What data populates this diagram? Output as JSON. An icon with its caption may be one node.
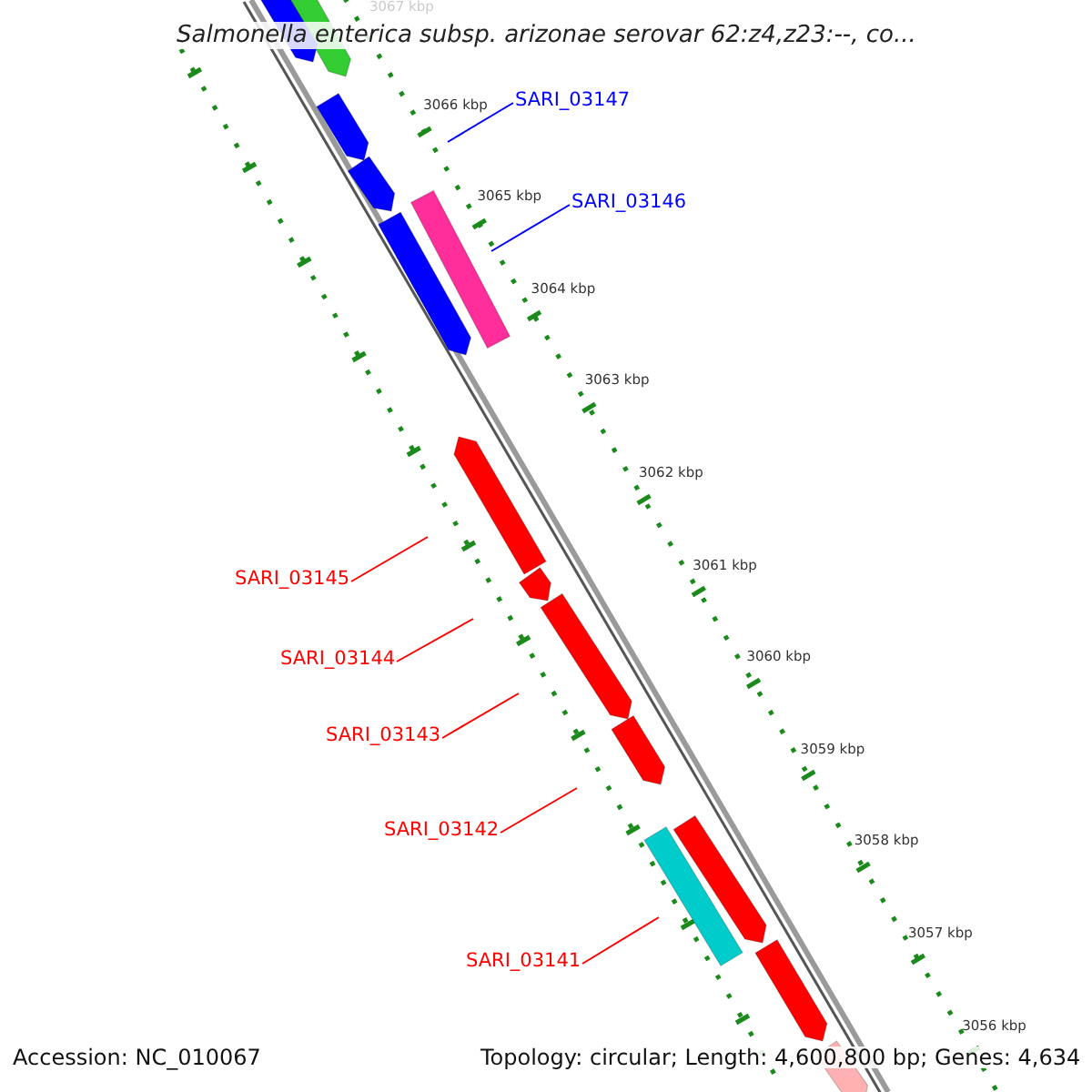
{
  "diagram": {
    "title": "Salmonella enterica subsp. arizonae serovar 62:z4,z23:--, co...",
    "nodes": [
      {
        "text": [
          "SARI_03147"
        ]
      },
      {
        "text": [
          "SARI_03146"
        ]
      },
      {
        "text": [
          "SARI_03145"
        ]
      },
      {
        "text": [
          "SARI_03144"
        ]
      },
      {
        "text": [
          "SARI_03143"
        ]
      },
      {
        "text": [
          "SARI_03142"
        ]
      },
      {
        "text": [
          "SARI_03141"
        ]
      }
    ],
    "edges": [
      {
        "from": 0,
        "to": null,
        "arrow": "none",
        "color": "#0000ff"
      },
      {
        "from": 1,
        "to": null,
        "arrow": "none",
        "color": "#0000ff"
      },
      {
        "from": 2,
        "to": null,
        "arrow": "none"
      },
      {
        "from": 3,
        "to": null,
        "arrow": "none"
      },
      {
        "from": 4,
        "to": null,
        "arrow": "none"
      },
      {
        "from": 5,
        "to": null,
        "arrow": "none"
      },
      {
        "from": 6,
        "to": null,
        "arrow": "none"
      }
    ],
    "labels": [
      "3067 kbp",
      "3066 kbp",
      "3065 kbp",
      "3064 kbp",
      "3063 kbp",
      "3062 kbp",
      "3061 kbp",
      "3060 kbp",
      "3059 kbp",
      "3058 kbp",
      "3057 kbp",
      "3056 kbp",
      "Accession: NC_010067",
      "Topology: circular; Length: 4,600,800 bp; Genes: 4,634"
    ]
  }
}
